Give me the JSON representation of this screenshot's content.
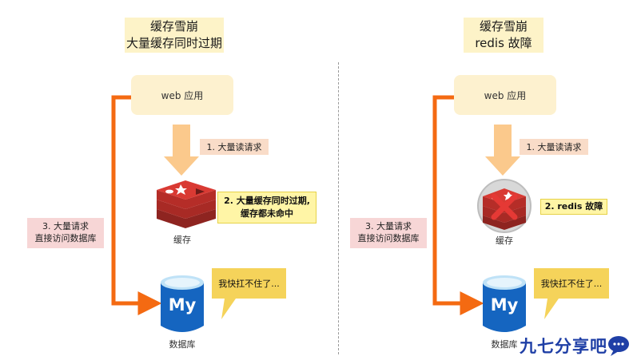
{
  "left": {
    "title_line1": "缓存雪崩",
    "title_line2": "大量缓存同时过期",
    "web_app": "web 应用",
    "step1": "1. 大量读请求",
    "step2_line1": "2. 大量缓存同时过期,",
    "step2_line2": "缓存都未命中",
    "step3_line1": "3. 大量请求",
    "step3_line2": "直接访问数据库",
    "cache_label": "缓存",
    "db_label": "数据库",
    "db_logo_text": "My",
    "bubble_text": "我快扛不住了..."
  },
  "right": {
    "title_line1": "缓存雪崩",
    "title_line2": "redis 故障",
    "web_app": "web 应用",
    "step1": "1. 大量读请求",
    "step2": "2. redis 故障",
    "step3_line1": "3. 大量请求",
    "step3_line2": "直接访问数据库",
    "cache_label": "缓存",
    "db_label": "数据库",
    "db_logo_text": "My",
    "bubble_text": "我快扛不住了..."
  },
  "watermark": "九七分享吧",
  "colors": {
    "flow_orange": "#f46a12",
    "down_arrow": "#fbc98c",
    "redis_red": "#c0302b",
    "mysql_blue": "#1565c0",
    "error_x": "#e53935"
  }
}
